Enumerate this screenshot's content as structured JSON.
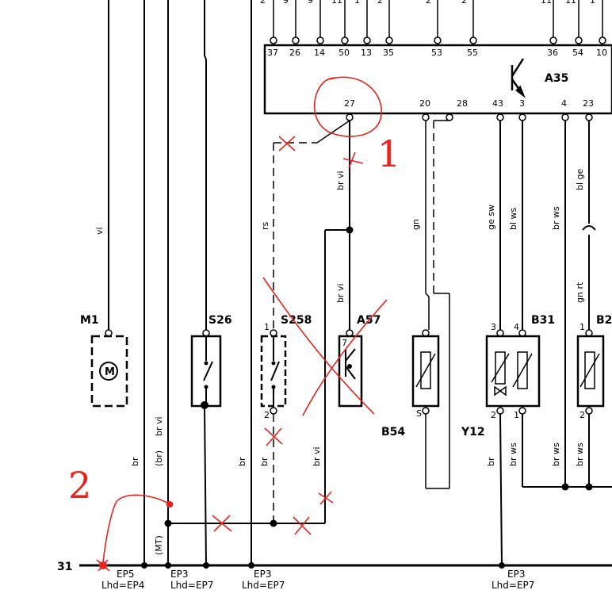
{
  "ecu": {
    "label": "A35",
    "top_pins": [
      "37",
      "26",
      "14",
      "50",
      "13",
      "35",
      "53",
      "55",
      "36",
      "54",
      "10"
    ],
    "bottom_pins": [
      "27",
      "20",
      "28",
      "43",
      "3",
      "4",
      "23"
    ],
    "top_partial": [
      "2",
      "9",
      "9",
      "11",
      "1",
      "2",
      "2",
      "2",
      "11",
      "11",
      "1"
    ]
  },
  "components": {
    "m1": "M1",
    "s26": "S26",
    "s258": "S258",
    "a57": "A57",
    "b54": "B54",
    "y12": "Y12",
    "b31": "B31",
    "b2": "B2"
  },
  "motor_symbol": "M",
  "pins": {
    "s258_top": "1",
    "s258_bottom": "2",
    "a57_top": "7",
    "b54_bottom": "S",
    "y12_top": "3",
    "y12_bottom": "2",
    "b31_top": "4",
    "b31_bottom": "1",
    "b2_top": "1",
    "b2_bottom": "2"
  },
  "wires": {
    "vi": "vi",
    "br_vi": "br vi",
    "rs": "rs",
    "gn": "gn",
    "ge_sw": "ge sw",
    "bl_ws": "bl ws",
    "br_ws": "br ws",
    "bl_ge": "bl ge",
    "gn_rt": "gn rt",
    "br": "br",
    "br_paren": "(br)",
    "mt_paren": "(MT)"
  },
  "ground": {
    "label": "31",
    "ep5": "EP5",
    "lhd_ep4": "Lhd=EP4",
    "ep3": "EP3",
    "lhd_ep7": "Lhd=EP7"
  },
  "annotations": {
    "note1": "1",
    "note2": "2"
  },
  "colors": {
    "ink": "#000000",
    "annotation": "#e8231e"
  }
}
